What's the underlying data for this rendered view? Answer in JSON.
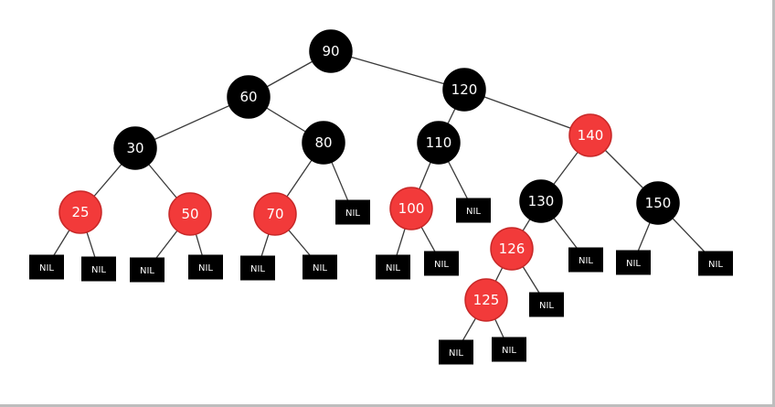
{
  "colors": {
    "black": "#000000",
    "red": "#f23a3a",
    "edge": "#3a3a3a",
    "text": "#ffffff"
  },
  "tree": {
    "nodes": [
      {
        "id": "n90",
        "label": "90",
        "color": "black"
      },
      {
        "id": "n60",
        "label": "60",
        "color": "black"
      },
      {
        "id": "n120",
        "label": "120",
        "color": "black"
      },
      {
        "id": "n30",
        "label": "30",
        "color": "black"
      },
      {
        "id": "n80",
        "label": "80",
        "color": "black"
      },
      {
        "id": "n110",
        "label": "110",
        "color": "black"
      },
      {
        "id": "n140",
        "label": "140",
        "color": "red"
      },
      {
        "id": "n25",
        "label": "25",
        "color": "red"
      },
      {
        "id": "n50",
        "label": "50",
        "color": "red"
      },
      {
        "id": "n70",
        "label": "70",
        "color": "red"
      },
      {
        "id": "n100",
        "label": "100",
        "color": "red"
      },
      {
        "id": "n130",
        "label": "130",
        "color": "black"
      },
      {
        "id": "n150",
        "label": "150",
        "color": "black"
      },
      {
        "id": "n126",
        "label": "126",
        "color": "red"
      },
      {
        "id": "n125",
        "label": "125",
        "color": "red"
      }
    ],
    "nil_label": "NIL",
    "nils": [
      "nil1",
      "nil2",
      "nil3",
      "nil4",
      "nil5",
      "nil6",
      "nil7",
      "nil8",
      "nil9",
      "nil10",
      "nil11",
      "nil12",
      "nil13",
      "nil14",
      "nil15",
      "nil16"
    ],
    "edges": [
      [
        "n90",
        "n60"
      ],
      [
        "n90",
        "n120"
      ],
      [
        "n60",
        "n30"
      ],
      [
        "n60",
        "n80"
      ],
      [
        "n120",
        "n110"
      ],
      [
        "n120",
        "n140"
      ],
      [
        "n30",
        "n25"
      ],
      [
        "n30",
        "n50"
      ],
      [
        "n80",
        "n70"
      ],
      [
        "n80",
        "nil1"
      ],
      [
        "n110",
        "n100"
      ],
      [
        "n110",
        "nil2"
      ],
      [
        "n140",
        "n130"
      ],
      [
        "n140",
        "n150"
      ],
      [
        "n25",
        "nil3"
      ],
      [
        "n25",
        "nil4"
      ],
      [
        "n50",
        "nil5"
      ],
      [
        "n50",
        "nil6"
      ],
      [
        "n70",
        "nil7"
      ],
      [
        "n70",
        "nil8"
      ],
      [
        "n100",
        "nil9"
      ],
      [
        "n100",
        "nil10"
      ],
      [
        "n130",
        "n126"
      ],
      [
        "n130",
        "nil11"
      ],
      [
        "n150",
        "nil12"
      ],
      [
        "n150",
        "nil13"
      ],
      [
        "n126",
        "n125"
      ],
      [
        "n126",
        "nil14"
      ],
      [
        "n125",
        "nil15"
      ],
      [
        "n125",
        "nil16"
      ]
    ]
  }
}
